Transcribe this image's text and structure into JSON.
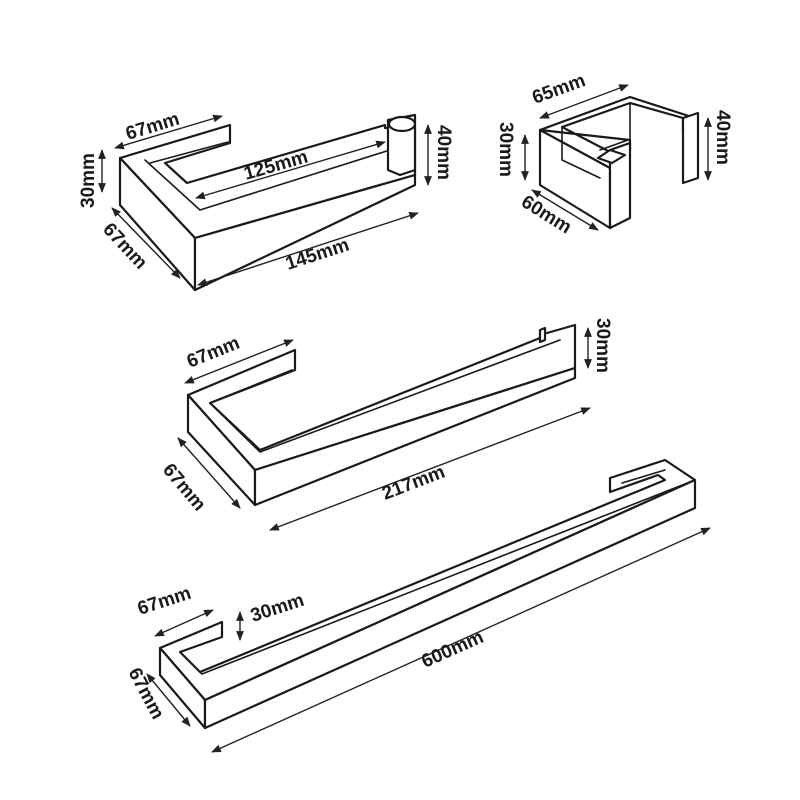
{
  "ink_color": "#1a1a1a",
  "paper_holder": {
    "width": "67mm",
    "height_left": "30mm",
    "depth": "67mm",
    "inner_length": "125mm",
    "height_right": "40mm",
    "length": "145mm"
  },
  "robe_hook": {
    "width": "65mm",
    "height_left": "30mm",
    "depth": "60mm",
    "height_right": "40mm"
  },
  "towel_ring_bar": {
    "width": "67mm",
    "height": "30mm",
    "depth": "67mm",
    "length": "217mm"
  },
  "towel_bar": {
    "width": "67mm",
    "height": "30mm",
    "depth": "67mm",
    "length": "600mm"
  }
}
